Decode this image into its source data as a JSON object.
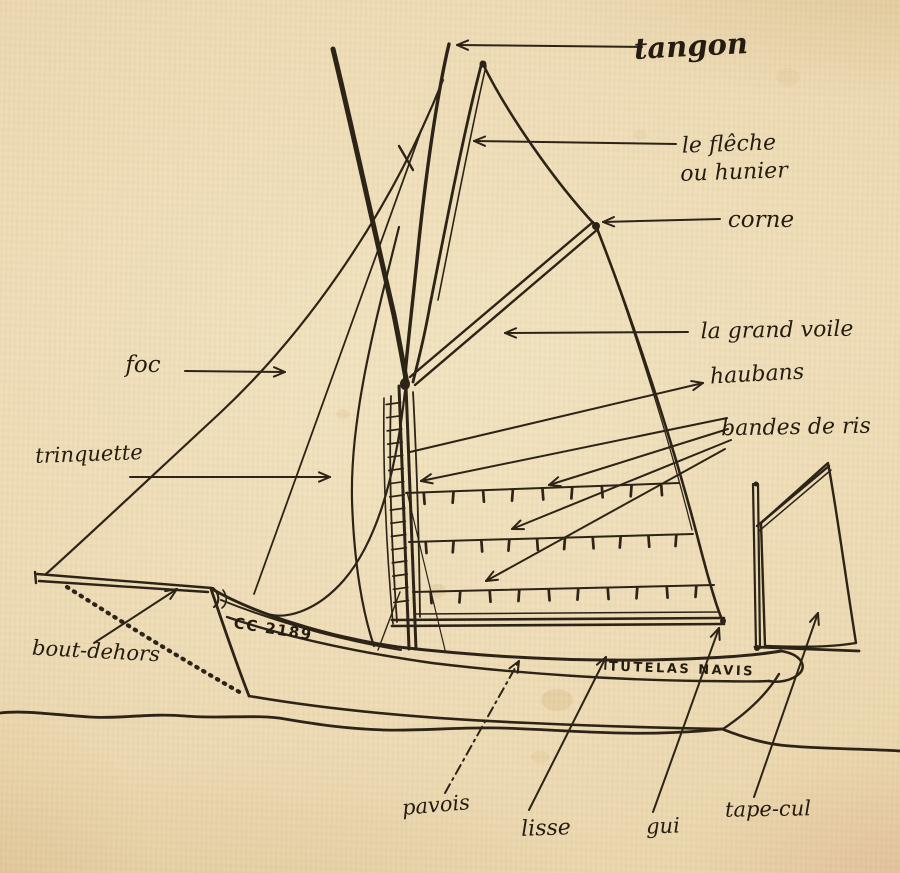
{
  "page": {
    "background_color": "#eedcb6",
    "ink_color": "#2d2418",
    "description": "Hand-drawn French diagram of a gaff-rigged fishing sailboat with labelled rigging parts"
  },
  "diagram": {
    "labels": {
      "tangon": "tangon",
      "fleche_line1": "le flêche",
      "fleche_line2": "ou hunier",
      "corne": "corne",
      "grand_voile": "la grand voile",
      "haubans": "haubans",
      "bandes_de_ris": "bandes de ris",
      "foc": "foc",
      "trinquette": "trinquette",
      "bout_dehors": "bout-dehors",
      "pavois": "pavois",
      "lisse": "lisse",
      "gui": "gui",
      "tape_cul": "tape-cul"
    },
    "hull_markings": {
      "registration": "CC 2189",
      "boat_name": "TUTELAS NAVIS"
    }
  }
}
